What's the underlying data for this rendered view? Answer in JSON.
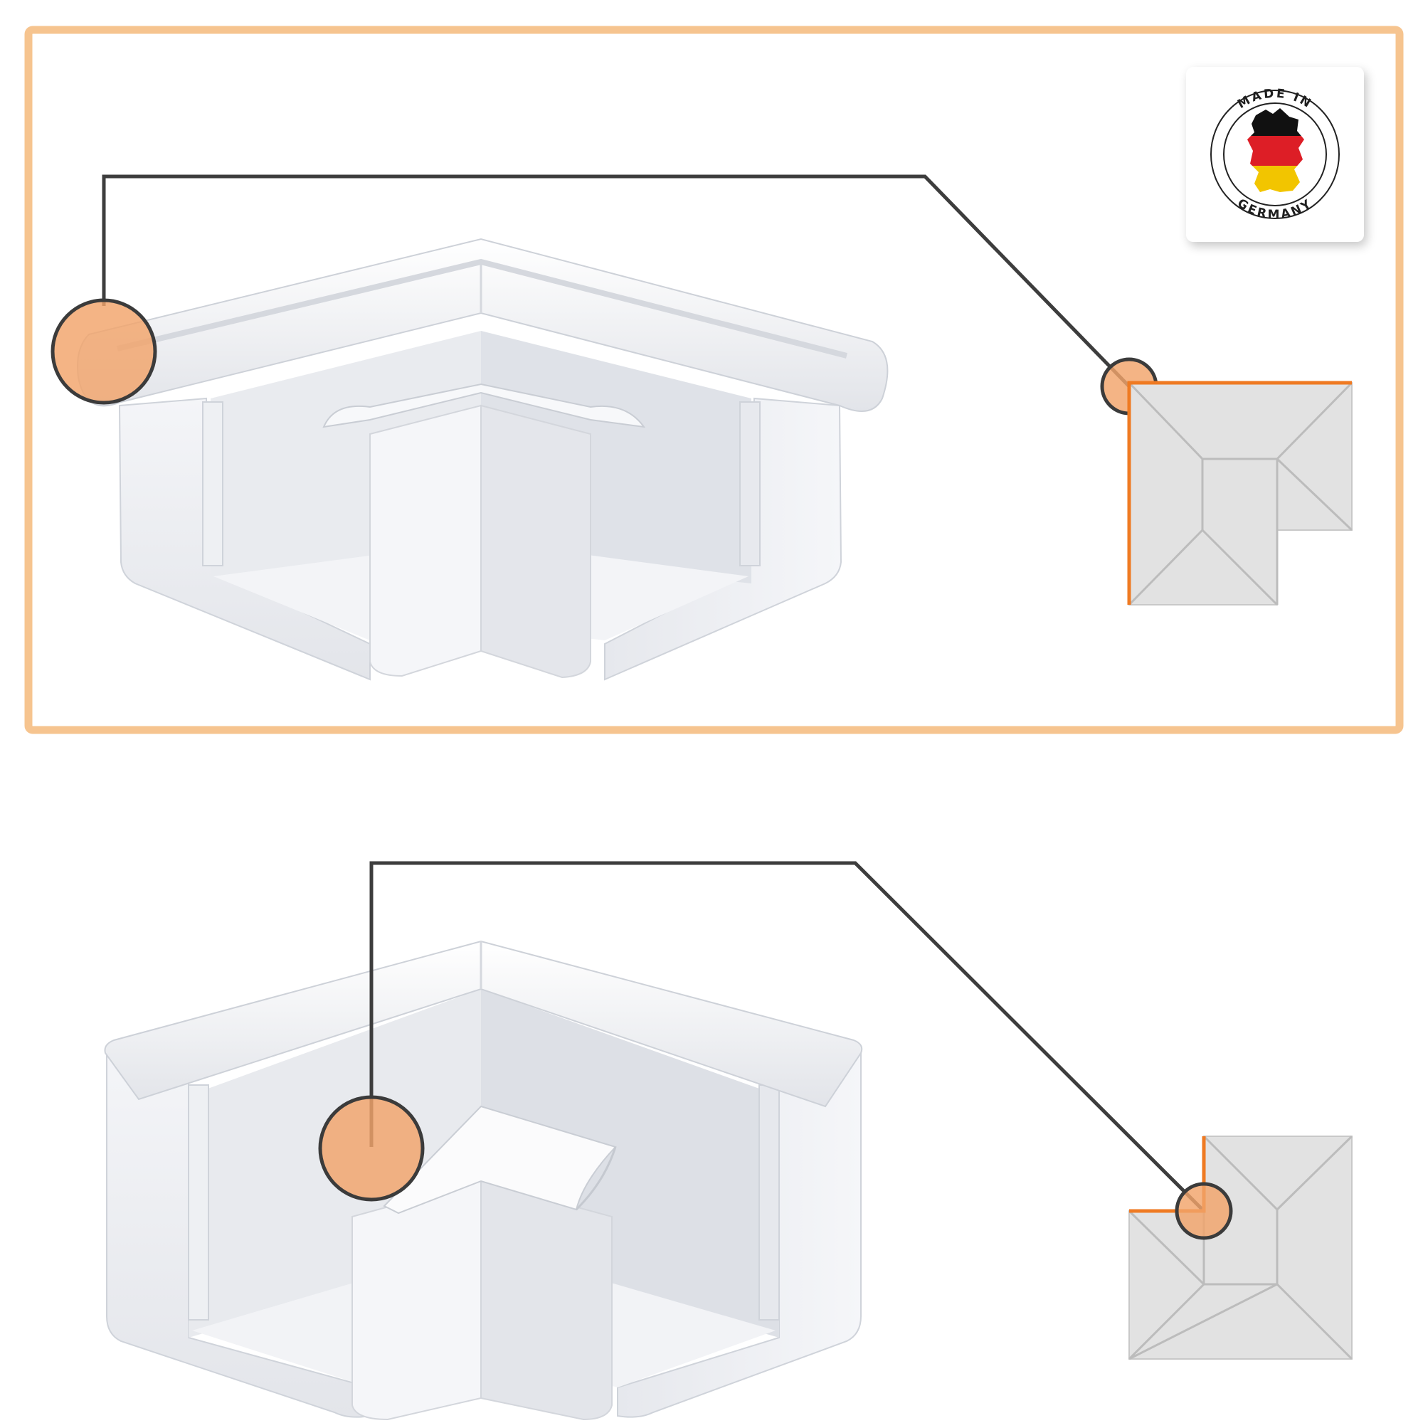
{
  "badge": {
    "top_text": "MADE IN",
    "bottom_text": "GERMANY",
    "flag_colors": [
      "#111111",
      "#dd1e26",
      "#f2c500"
    ],
    "icon": "germany-map-icon"
  },
  "colors": {
    "frame_accent": "#f6c48f",
    "marker_fill": "#f2a46a",
    "marker_stroke": "#3b3b3b",
    "callout_line": "#3d3d3d",
    "plan_fill": "#e2e2e2",
    "plan_edge_highlight": "#ef7a22"
  },
  "panels": [
    {
      "name": "outer-corner",
      "highlighted_frame": true,
      "icon": "outer-corner-gutter-icon",
      "plan_icon": "outer-corner-plan-icon"
    },
    {
      "name": "inner-corner",
      "highlighted_frame": false,
      "icon": "inner-corner-gutter-icon",
      "plan_icon": "inner-corner-plan-icon"
    }
  ]
}
